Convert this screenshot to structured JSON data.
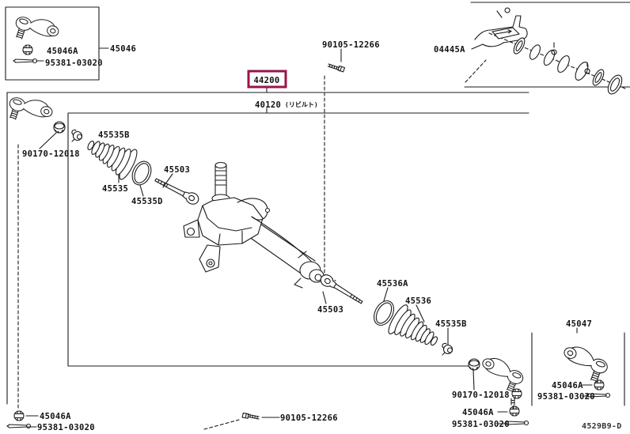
{
  "figure_code": "4529B9-D",
  "colors": {
    "background": "#ffffff",
    "line": "#1b1b1b",
    "highlight_border": "#97164a",
    "text": "#111111"
  },
  "parts": {
    "gear_assembly": "44200",
    "gear_assembly_rebuilt": "40120",
    "rebuilt_note": "(リビルト)",
    "tie_rod_end_sub_assy": "45046",
    "tie_rod_end_rh": "45047",
    "gasket_kit": "04445A",
    "tie_rod_end": "45046A",
    "cotter_pin": "95381-03020",
    "flange_bolt": "90105-12266",
    "lock_nut": "90170-12018",
    "boot_clamp": "45535B",
    "steering_boot": "45535",
    "boot_clip": "45535D",
    "rack_end": "45503",
    "boot_clamp_rh": "45536A",
    "steering_boot_rh": "45536"
  }
}
